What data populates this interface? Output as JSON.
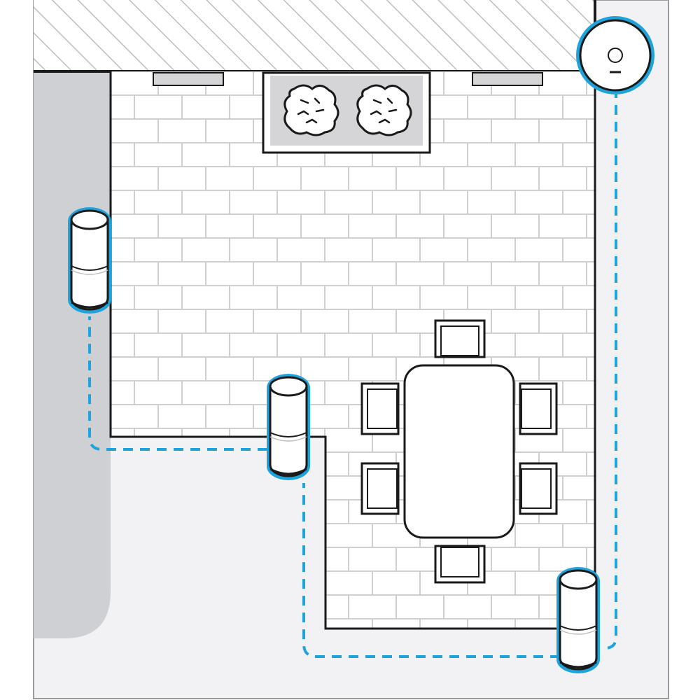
{
  "diagram": {
    "colors": {
      "page_background": "#ffffff",
      "yard_background": "#f2f2f4",
      "lawn_strip": "#cfd0d3",
      "patio_fill": "#ffffff",
      "paver_joint": "#cfcfd2",
      "wall_hatch": "#bdbdbd",
      "outline": "#1a1a1a",
      "planter_fill": "#d5d5d7",
      "highlight_blue": "#1ea3db",
      "link_dashes": "#1ea3db"
    },
    "icons": {
      "router": "wifi-router-icon",
      "mesh_speaker": "mesh-node-speaker-icon",
      "shrub": "shrub-icon",
      "chair": "chair-icon",
      "table": "dining-table-icon",
      "wall_light": "wall-light-icon"
    },
    "devices": {
      "router_count": 1,
      "speaker_count": 3
    },
    "furniture": {
      "chairs": 6,
      "shrubs": 2,
      "tables": 1,
      "wall_lights": 2
    }
  }
}
